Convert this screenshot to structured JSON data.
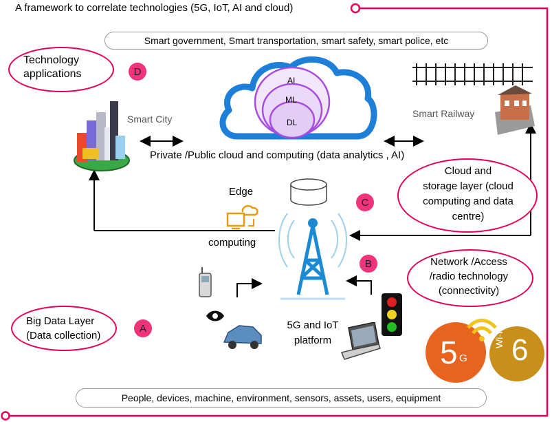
{
  "title": "A framework to correlate technologies (5G, IoT, AI and cloud)",
  "top_banner": "Smart government, Smart transportation, smart safety, smart police, etc",
  "bottom_banner": "People, devices, machine, environment, sensors, assets, users, equipment",
  "cloud": {
    "layers": [
      "AI",
      "ML",
      "DL"
    ],
    "caption": "Private /Public cloud and computing (data analytics , AI)"
  },
  "nodes": {
    "smart_city": "Smart City",
    "smart_railway": "Smart Railway",
    "edge_top": "Edge",
    "edge_bottom": "computing",
    "platform_line1": "5G and IoT",
    "platform_line2": "platform",
    "wifi_text": "Wi-Fi",
    "wifi_number": "6",
    "fiveg_big": "5",
    "fiveg_small": "G"
  },
  "layers": {
    "applications": {
      "line1": "Technology",
      "line2": "applications",
      "badge": "D"
    },
    "cloud_storage": {
      "line1": "Cloud and",
      "line2": "storage layer (cloud",
      "line3": "computing and data",
      "line4": "centre)",
      "badge": "C"
    },
    "network": {
      "line1": "Network /Access",
      "line2": "/radio technology",
      "line3": "(connectivity)",
      "badge": "B"
    },
    "big_data": {
      "line1": "Big Data Layer",
      "line2": "(Data collection)",
      "badge": "A"
    }
  },
  "colors": {
    "accent": "#e2005a",
    "badge": "#f0337a",
    "cloud_blue": "#1e7fd8",
    "cloud_purple": "#a64ddf",
    "tower_blue": "#1a8ad4",
    "orange_5g": "#e8641e",
    "gold_wifi": "#c8901a"
  }
}
